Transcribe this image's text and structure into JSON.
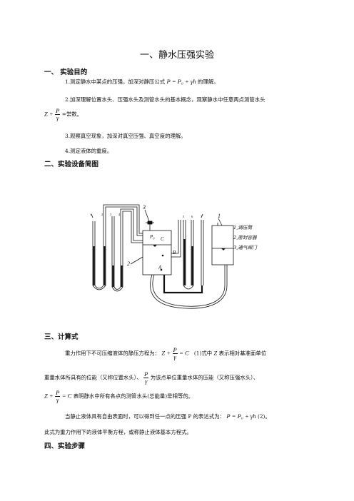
{
  "title": "一、静水压强实验",
  "sections": {
    "s1": "一、    实验目的",
    "s2": "二、实验设备简图",
    "s3": "三、计算式",
    "s4": "四、实验步骤"
  },
  "purpose": {
    "item1_pre": "1.测定静水中某点的压强，加深对静压公式",
    "item1_formula": "P = P₀ + γh",
    "item1_post": "的理解。",
    "item2_line1": "2.加深理解位置水头、压强水头及测管水头的基本概念，观察静水中任意两点测管水头",
    "item2_formula_left": "Z +",
    "item2_formula_num": "P",
    "item2_formula_den": "γ",
    "item2_post": "=常数。",
    "item3": "3.观察真空现象，加深对真空压强、真空度的理解。",
    "item4": "4.测定液体的重度。"
  },
  "diagram": {
    "callout1": "1",
    "callout2": "2",
    "callout3": "3",
    "tubes": [
      "1",
      "2",
      "3",
      "4",
      "5",
      "6",
      "7"
    ],
    "label_p0": "P₀",
    "label_c": "C",
    "label_b": "B",
    "label_a": "A",
    "legend": [
      "1,调压筒",
      "2,密封容器",
      "3,通气阀门"
    ]
  },
  "formulas": {
    "line1_pre": "重力作用下不可压缩液体的静压方程为：",
    "eq_left": "Z +",
    "eq_num": "P",
    "eq_den": "γ",
    "eq_right": "= C",
    "line1_post": "(1)式中",
    "z_symbol": "Z",
    "line1_tail": "表示相对基准面单位",
    "line2_pre": "重量水体所具有的位能（又称位置水头）、",
    "line2_num": "P",
    "line2_den": "γ",
    "line2_post": "为该点单位重量水体的压能（又称压强水头）、",
    "line3_left": "Z +",
    "line3_num": "P",
    "line3_den": "γ",
    "line3_right": "= C",
    "line3_post": "表明静水中所有各点的测管水头(总能量)是相等的。",
    "line4_pre": "当静止液体具有自由表面时，可以得到任一点的压强 P 的表达式为：",
    "line4_formula": "P = P₀ + γh",
    "line4_post": "(2)。",
    "line5": "此式为重力作用下的液体平衡方程，或称静止液体基本方程式。"
  }
}
